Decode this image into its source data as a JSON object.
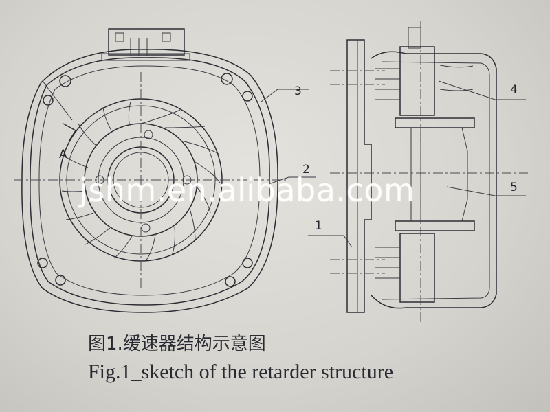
{
  "diagram": {
    "callouts": {
      "c1": "1",
      "c2": "2",
      "c3": "3",
      "c4": "4",
      "c5": "5",
      "section": "A"
    }
  },
  "watermark": "jshm.en.alibaba.com",
  "caption": {
    "chinese": "图1.缓速器结构示意图",
    "english": "Fig.1_sketch of the retarder structure"
  }
}
